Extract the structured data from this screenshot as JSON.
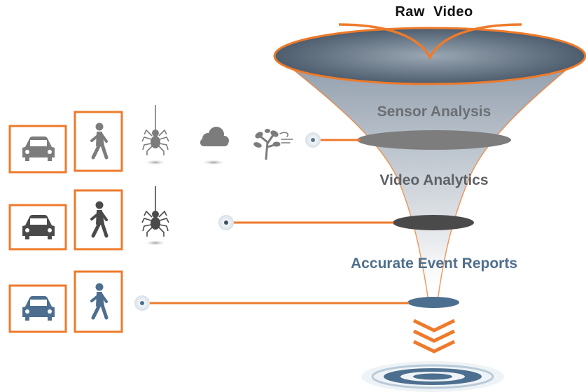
{
  "title": "Raw  Video",
  "stages": [
    {
      "label": "Sensor Analysis"
    },
    {
      "label": "Video Analytics"
    },
    {
      "label": "Accurate Event Reports"
    }
  ],
  "rows": [
    {
      "detections": [
        "car-icon",
        "pedestrian-icon",
        "spider-icon",
        "cloud-icon",
        "tree-wind-icon"
      ],
      "color": "#7c7c7c"
    },
    {
      "detections": [
        "car-icon",
        "pedestrian-icon",
        "spider-icon"
      ],
      "color": "#4a4a4a"
    },
    {
      "detections": [
        "car-icon",
        "pedestrian-icon"
      ],
      "color": "#4d6f8f"
    }
  ],
  "colors": {
    "accent": "#ee7a2b",
    "funnel": "#9ca9b6",
    "row1": "#7c7c7c",
    "row2": "#4a4a4a",
    "row3": "#4d6f8f"
  }
}
